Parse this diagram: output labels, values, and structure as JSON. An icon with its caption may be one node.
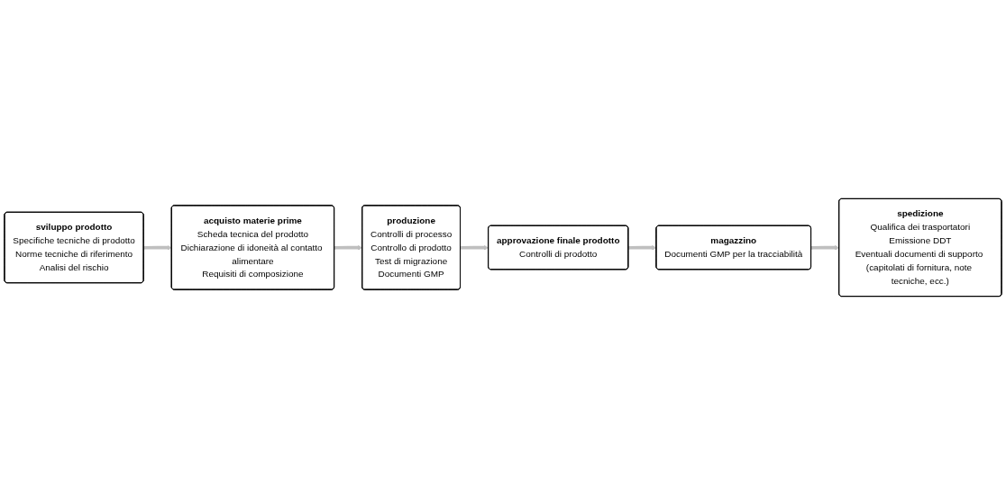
{
  "diagram": {
    "nodes": [
      {
        "text": [
          "sviluppo prodotto",
          "Specifiche tecniche di prodotto",
          "Norme tecniche di riferimento",
          "Analisi del rischio"
        ]
      },
      {
        "text": [
          "acquisto materie prime",
          "Scheda tecnica del prodotto",
          "Dichiarazione di idoneità al contatto alimentare",
          "Requisiti di composizione"
        ]
      },
      {
        "text": [
          "produzione",
          "Controlli di processo",
          "Controllo di prodotto",
          "Test di migrazione",
          "Documenti GMP"
        ]
      },
      {
        "text": [
          "approvazione finale prodotto",
          "Controlli di prodotto"
        ]
      },
      {
        "text": [
          "magazzino",
          "Documenti GMP per la tracciabilità"
        ]
      },
      {
        "text": [
          "spedizione",
          "Qualifica dei trasportatori",
          "Emissione DDT",
          "Eventuali documenti di supporto (capitolati di fornitura, note tecniche, ecc.)"
        ]
      }
    ],
    "edges": [
      {
        "from": 0,
        "to": 1,
        "arrow": "to"
      },
      {
        "from": 1,
        "to": 2,
        "arrow": "to"
      },
      {
        "from": 2,
        "to": 3,
        "arrow": "to"
      },
      {
        "from": 3,
        "to": 4,
        "arrow": "to"
      },
      {
        "from": 4,
        "to": 5,
        "arrow": "to"
      }
    ]
  }
}
